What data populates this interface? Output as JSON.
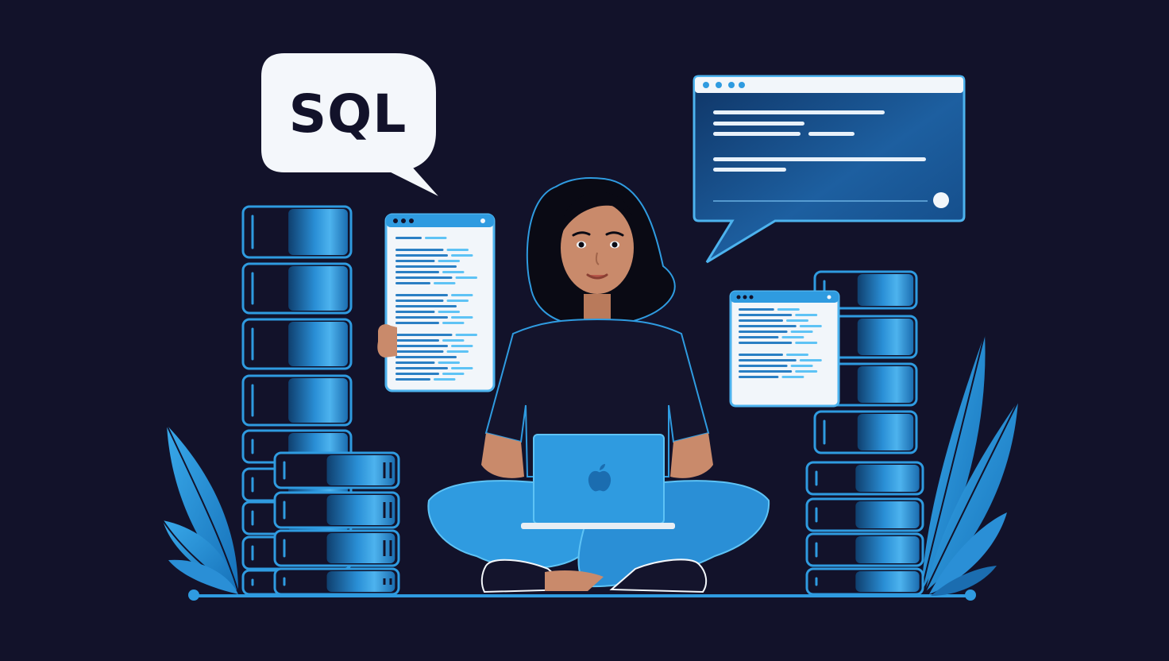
{
  "speech_bubble": {
    "text": "SQL"
  },
  "colors": {
    "background": "#12122a",
    "accent_blue": "#2f9be0",
    "light_blue": "#5ec3f5",
    "dark_blue": "#0f4f8a",
    "skin": "#c98a6b",
    "hair": "#0a0a14",
    "white": "#f2f6fa"
  },
  "icons": [
    "speech-bubble",
    "code-window",
    "server-stack",
    "laptop",
    "apple-logo",
    "leaf",
    "person"
  ]
}
